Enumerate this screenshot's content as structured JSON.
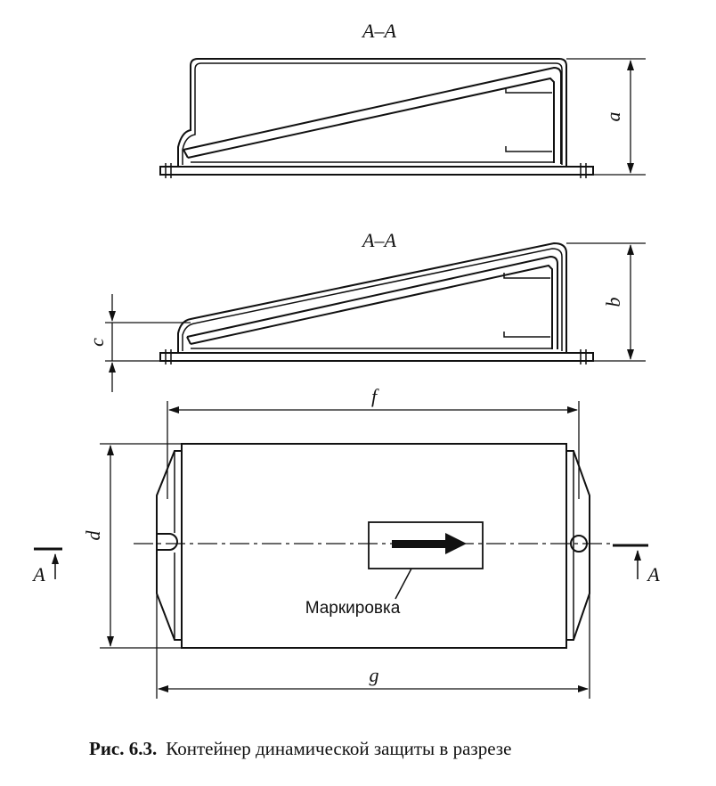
{
  "figure": {
    "section_top": "A–A",
    "section_middle": "A–A",
    "dim_a": "a",
    "dim_b": "b",
    "dim_c": "c",
    "dim_d": "d",
    "dim_f": "f",
    "dim_g": "g",
    "section_marker_left": "A",
    "section_marker_right": "A",
    "marking_label": "Маркировка"
  },
  "caption": {
    "number": "Рис. 6.3.",
    "text": "Контейнер динамической защиты в разрезе"
  }
}
